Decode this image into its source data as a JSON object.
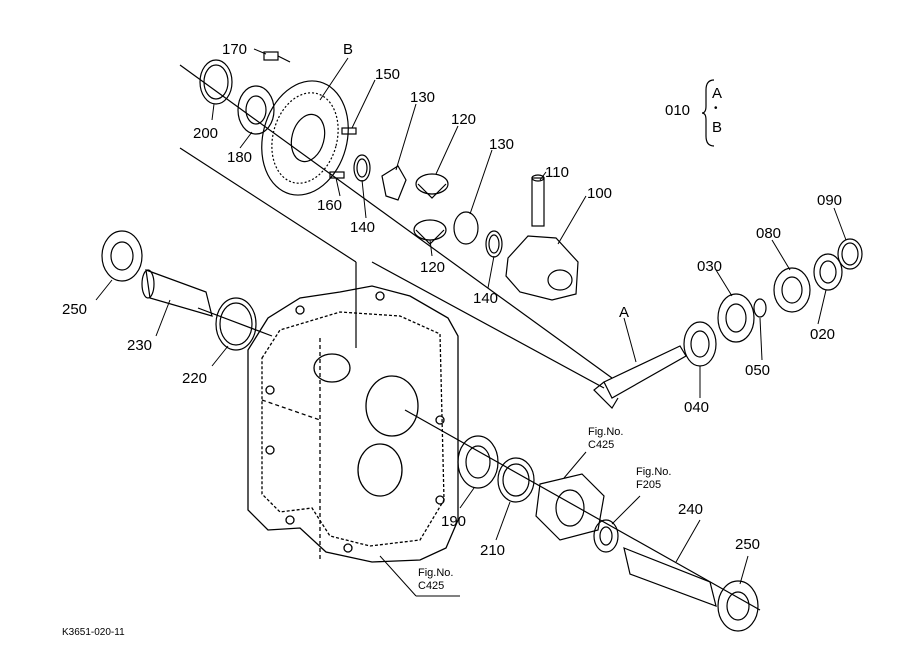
{
  "labels": {
    "p170": "170",
    "pB_top": "B",
    "p150": "150",
    "p130a": "130",
    "p120a": "120",
    "p130b": "130",
    "p110": "110",
    "p200": "200",
    "p180": "180",
    "p160": "160",
    "p140a": "140",
    "p120b": "120",
    "p140b": "140",
    "p100": "100",
    "p090": "090",
    "p080": "080",
    "p030": "030",
    "p250a": "250",
    "p230": "230",
    "p220": "220",
    "pA": "A",
    "p020": "020",
    "p050": "050",
    "p040": "040",
    "p190": "190",
    "p210": "210",
    "p240": "240",
    "p250b": "250"
  },
  "legend": {
    "number": "010",
    "top": "A",
    "dot": "•",
    "bottom": "B"
  },
  "fig_refs": {
    "c425_upper": {
      "line1": "Fig.No.",
      "line2": "C425"
    },
    "f205": {
      "line1": "Fig.No.",
      "line2": "F205"
    },
    "c425_lower": {
      "line1": "Fig.No.",
      "line2": "C425"
    }
  },
  "drawing_code": "K3651-020-11"
}
